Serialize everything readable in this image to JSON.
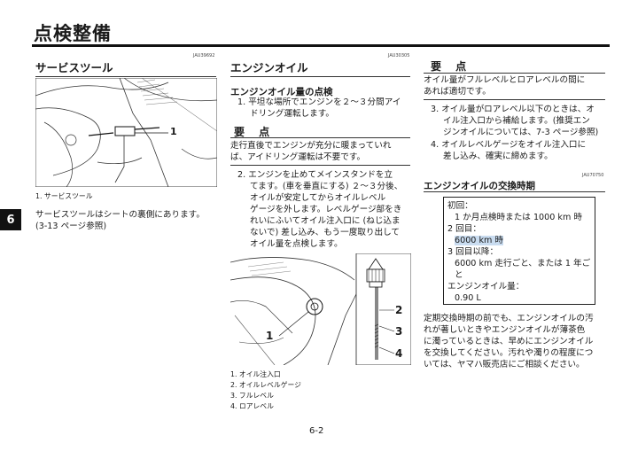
{
  "header": {
    "title": "点検整備",
    "chapter": "6",
    "page_number": "6-2"
  },
  "col1": {
    "code": "JAU39692",
    "title": "サービスツール",
    "figure_label": "1",
    "caption": "1. サービスツール",
    "body_lines": [
      "サービスツールはシートの裏側にあります。",
      "(3-13 ページ参照)"
    ]
  },
  "col2": {
    "code": "JAU30305",
    "title": "エンジンオイル",
    "subtitle": "エンジンオイル量の点検",
    "step1_lines": [
      "1.  平坦な場所でエンジンを２～３分間アイ",
      "ドリング運転します。"
    ],
    "note_title": "要  点",
    "note_lines": [
      "走行直後でエンジンが充分に暖まっていれ",
      "ば、アイドリング運転は不要です。"
    ],
    "step2_lines": [
      "2.  エンジンを止めてメインスタンドを立",
      "てます。(車を垂直にする) ２～３分後、",
      "オイルが安定してからオイルレベル",
      "ゲージを外します。レベルゲージ部をき",
      "れいにふいてオイル注入口に (ねじ込ま",
      "ないで) 差し込み、もう一度取り出して",
      "オイル量を点検します。"
    ],
    "figure_labels": [
      "1",
      "2",
      "3",
      "4"
    ],
    "captions": [
      "1. オイル注入口",
      "2. オイルレベルゲージ",
      "3. フルレベル",
      "4. ロアレベル"
    ]
  },
  "col3": {
    "note_title": "要  点",
    "note_lines": [
      "オイル量がフルレベルとロアレベルの間に",
      "あれば適切です。"
    ],
    "step3_lines": [
      "3.  オイル量がロアレベル以下のときは、オ",
      "イル注入口から補給します。(推奨エン",
      "ジンオイルについては、7-3 ページ参照)"
    ],
    "step4_lines": [
      "4.  オイルレベルゲージをオイル注入口に",
      "差し込み、確実に締めます。"
    ],
    "code": "JAU70750",
    "interval_title": "エンジンオイルの交換時期",
    "box": {
      "first_label": "初回：",
      "first_value": "1 か月点検時または 1000 km 時",
      "second_label": "2 回目：",
      "second_value": "6000 km 時",
      "third_label": "3 回目以降：",
      "third_value_lines": [
        "6000 km 走行ごと、または 1 年ご",
        "と"
      ],
      "qty_label": "エンジンオイル量：",
      "qty_value": "0.90 L"
    },
    "footer_lines": [
      "定期交換時期の前でも、エンジンオイルの汚",
      "れが著しいときやエンジンオイルが薄茶色",
      "に濁っているときは、早めにエンジンオイル",
      "を交換してください。汚れや濁りの程度につ",
      "いては、ヤマハ販売店にご相談ください。"
    ]
  }
}
